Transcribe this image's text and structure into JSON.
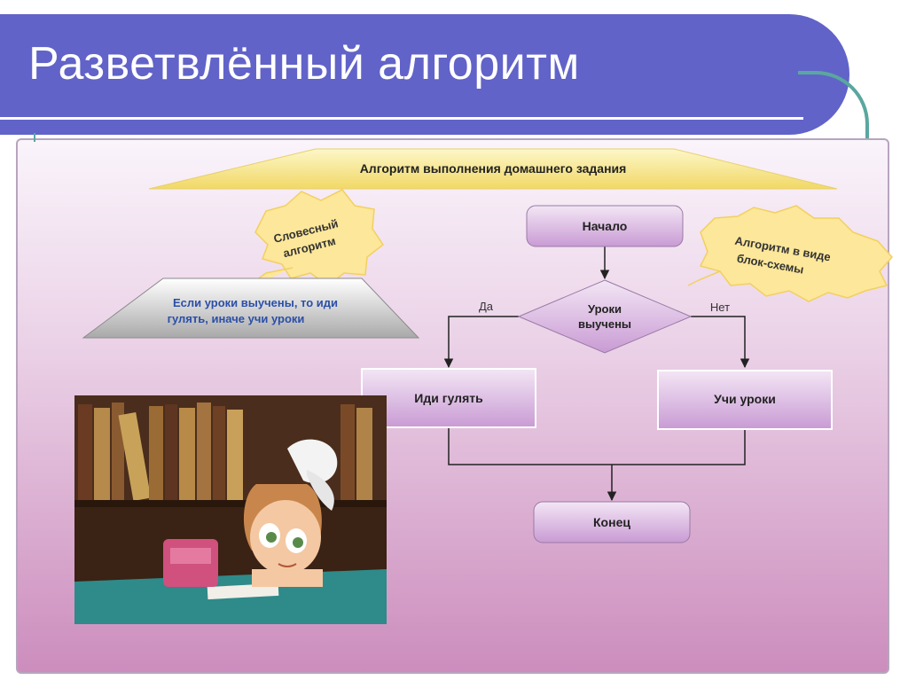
{
  "slide": {
    "title": "Разветвлённый алгоритм"
  },
  "banner": {
    "text": "Алгоритм выполнения домашнего задания"
  },
  "callouts": {
    "verbal": [
      "Словесный",
      "алгоритм"
    ],
    "flowchart": [
      "Алгоритм в виде",
      "блок-схемы"
    ]
  },
  "verbal_algorithm": {
    "lines": [
      "Если уроки выучены, то иди",
      "гулять, иначе учи уроки"
    ]
  },
  "flowchart": {
    "start": "Начало",
    "condition": [
      "Уроки",
      "выучены"
    ],
    "yes_label": "Да",
    "no_label": "Нет",
    "yes_action": "Иди гулять",
    "no_action": "Учи уроки",
    "end": "Конец"
  },
  "colors": {
    "title_bar": "#6163c9",
    "banner": "#f7e88b",
    "callout": "#fce79a",
    "flow_box": "#d9b8e0",
    "verbal_text": "#2a4fa8"
  },
  "illustration": {
    "icon": "girl-doing-homework-picture"
  }
}
